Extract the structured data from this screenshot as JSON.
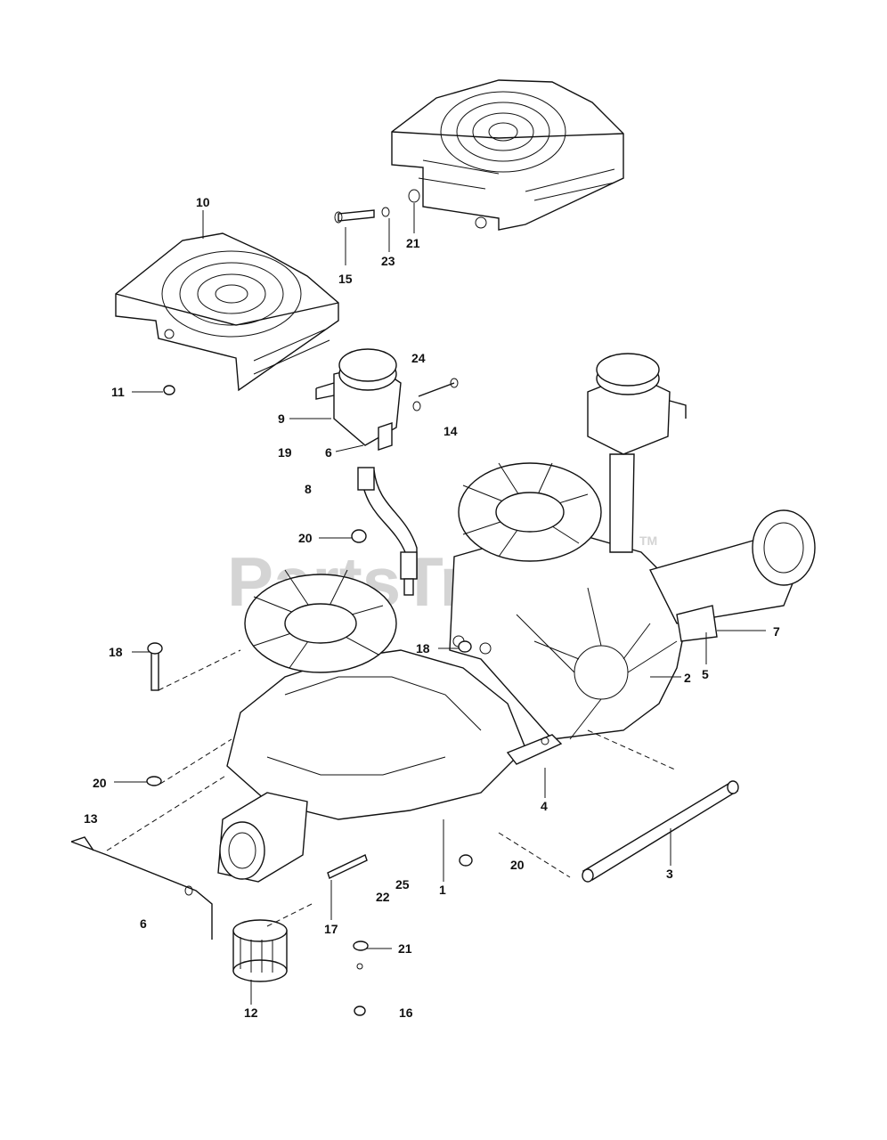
{
  "watermark": {
    "text": "PartsTree",
    "tm": "TM"
  },
  "callouts": {
    "c10": "10",
    "c15": "15",
    "c23": "23",
    "c21a": "21",
    "c11": "11",
    "c24": "24",
    "c9": "9",
    "c14": "14",
    "c19": "19",
    "c6a": "6",
    "c8": "8",
    "c20a": "20",
    "c18a": "18",
    "c18b": "18",
    "c7": "7",
    "c5": "5",
    "c2": "2",
    "c20b": "20",
    "c4": "4",
    "c13": "13",
    "c20c": "20",
    "c3": "3",
    "c25": "25",
    "c22": "22",
    "c1": "1",
    "c6b": "6",
    "c17": "17",
    "c21b": "21",
    "c12": "12",
    "c16": "16"
  }
}
